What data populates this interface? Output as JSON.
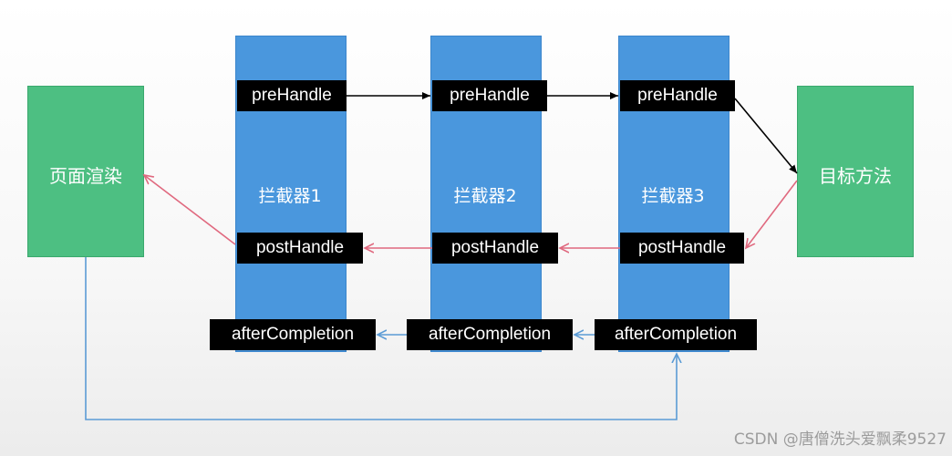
{
  "left_node": {
    "label": "页面渲染"
  },
  "right_node": {
    "label": "目标方法"
  },
  "interceptors": [
    {
      "name": "拦截器1",
      "pre": "preHandle",
      "post": "postHandle",
      "after": "afterCompletion"
    },
    {
      "name": "拦截器2",
      "pre": "preHandle",
      "post": "postHandle",
      "after": "afterCompletion"
    },
    {
      "name": "拦截器3",
      "pre": "preHandle",
      "post": "postHandle",
      "after": "afterCompletion"
    }
  ],
  "watermark": "CSDN @唐僧洗头爱飘柔9527",
  "colors": {
    "interceptor_column": "#4a97dd",
    "node_green": "#4dbf82",
    "pre_arrow": "#000000",
    "post_arrow": "#e0697f",
    "after_arrow": "#5b9bd5"
  }
}
